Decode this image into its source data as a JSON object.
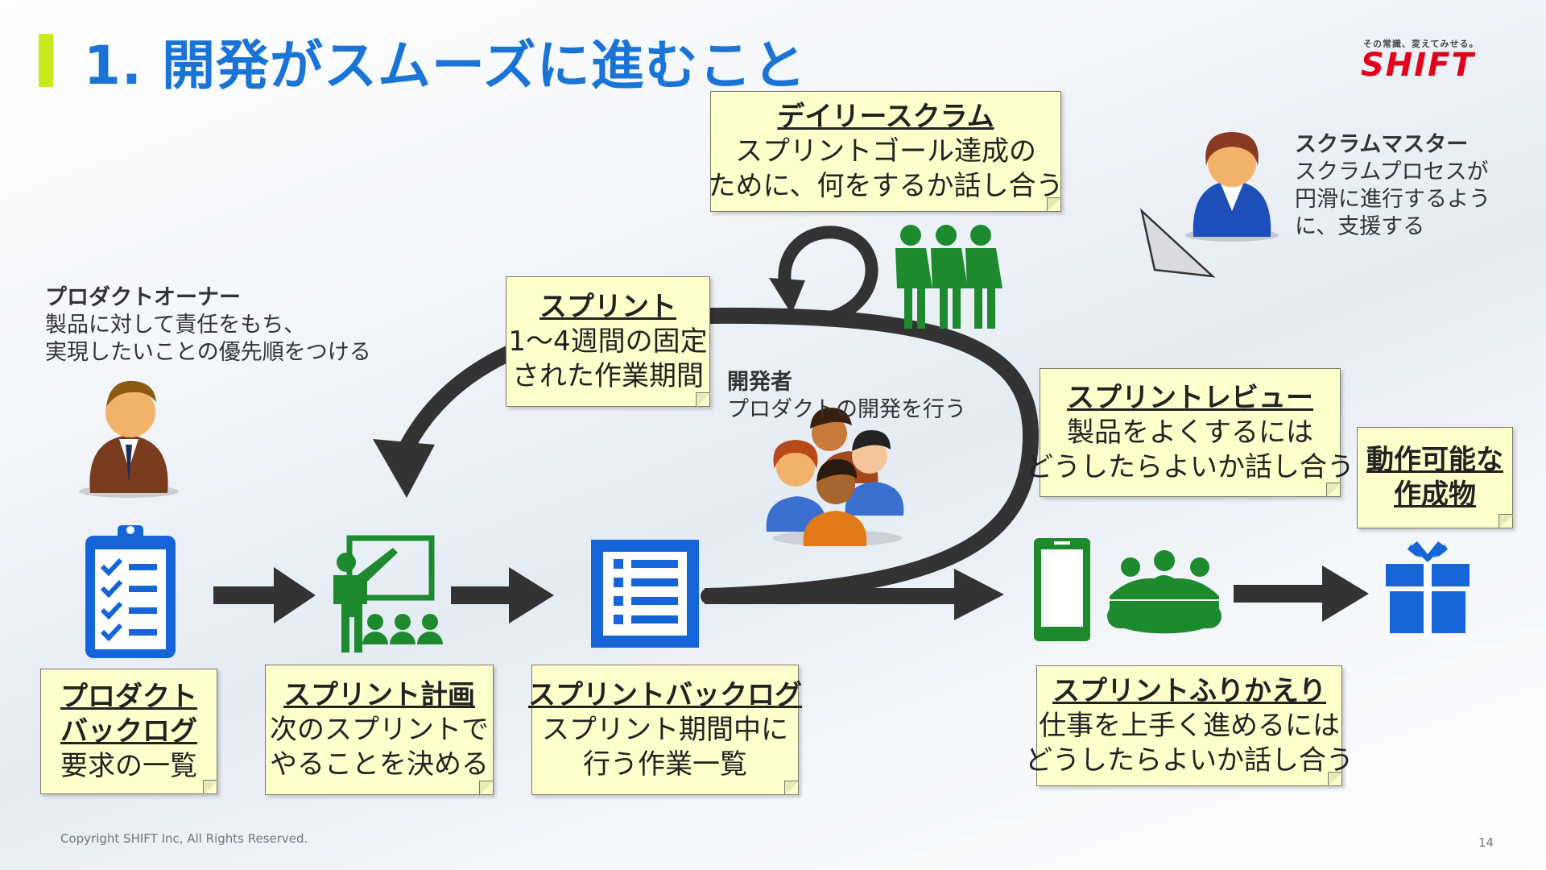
{
  "title": "1. 開発がスムーズに進むこと",
  "logo": {
    "tagline": "その常識、変えてみせる。",
    "name": "SHIFT"
  },
  "roles": {
    "product_owner": {
      "name": "プロダクトオーナー",
      "line1": "製品に対して責任をもち、",
      "line2": "実現したいことの優先順をつける"
    },
    "scrum_master": {
      "name": "スクラムマスター",
      "line1": "スクラムプロセスが",
      "line2": "円滑に進行するよう",
      "line3": "に、支援する"
    },
    "developers": {
      "name": "開発者",
      "line1": "プロダクトの開発を行う"
    }
  },
  "notes": {
    "daily_scrum": {
      "heading": "デイリースクラム",
      "line1": "スプリントゴール達成の",
      "line2": "ために、何をするか話し合う"
    },
    "sprint": {
      "heading": "スプリント",
      "line1": "1～4週間の固定",
      "line2": "された作業期間"
    },
    "sprint_review": {
      "heading": "スプリントレビュー",
      "line1": "製品をよくするには",
      "line2": "どうしたらよいか話し合う"
    },
    "working_product": {
      "line1": "動作可能な",
      "line2": "作成物"
    },
    "product_backlog": {
      "line1": "プロダクト",
      "line2": "バックログ",
      "line3": "要求の一覧"
    },
    "sprint_planning": {
      "heading": "スプリント計画",
      "line1": "次のスプリントで",
      "line2": "やることを決める"
    },
    "sprint_backlog": {
      "heading": "スプリントバックログ",
      "line1": "スプリント期間中に",
      "line2": "行う作業一覧"
    },
    "retrospective": {
      "heading": "スプリントふりかえり",
      "line1": "仕事を上手く進めるには",
      "line2": "どうしたらよいか話し合う"
    }
  },
  "colors": {
    "title": "#1a74d6",
    "icon_green": "#1e8a2e",
    "icon_blue": "#1565d8",
    "arrow": "#333333",
    "note_bg": "#ffffcc",
    "logo_red": "#e3001b",
    "accent_bar": "#c8ea19"
  },
  "icons": [
    "clipboard-checklist-icon",
    "teacher-board-icon",
    "list-document-icon",
    "smartphone-icon",
    "meeting-group-icon",
    "gift-box-icon",
    "three-people-icon",
    "loop-arrow-icon"
  ],
  "footer": {
    "copyright": "Copyright SHIFT Inc, All Rights Reserved.",
    "page": "14"
  }
}
